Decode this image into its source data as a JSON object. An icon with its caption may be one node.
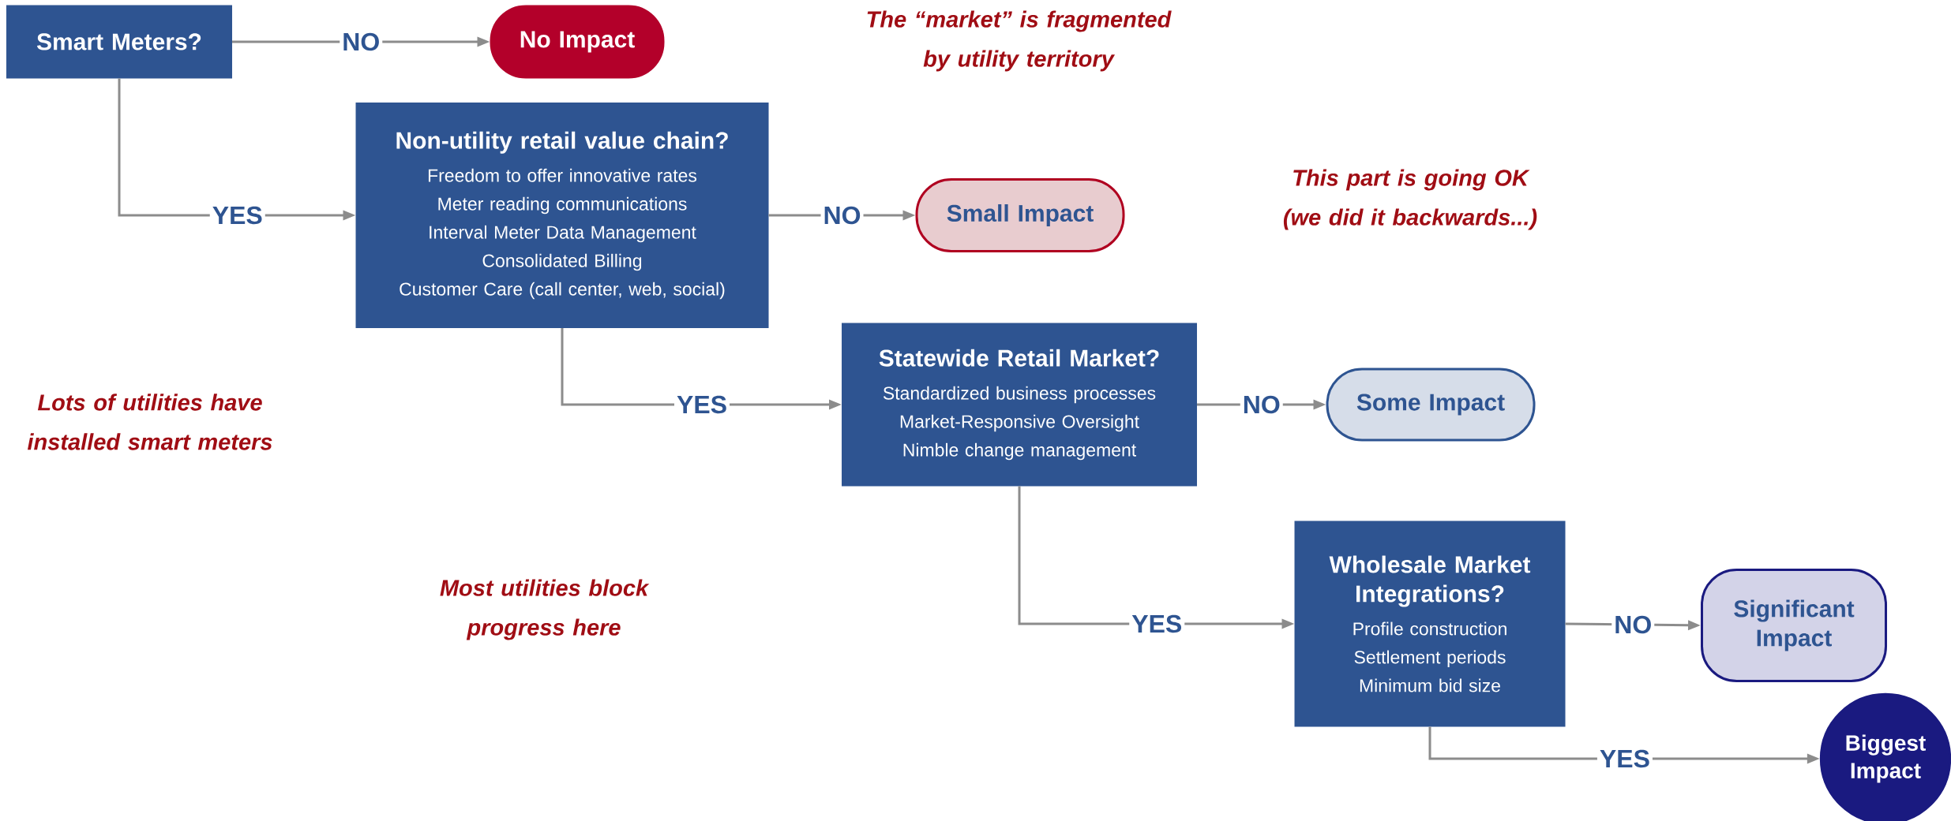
{
  "diagram": {
    "nodes": [
      {
        "text": [
          "Smart Meters?"
        ]
      },
      {
        "text": [
          "No Impact"
        ]
      },
      {
        "text": [
          "Non-utility retail value chain?",
          "Freedom to offer innovative rates",
          "Meter reading communications",
          "Interval Meter Data Management",
          "Consolidated Billing",
          "Customer Care (call center, web, social)"
        ]
      },
      {
        "text": [
          "Small Impact"
        ]
      },
      {
        "text": [
          "Statewide Retail Market?",
          "Standardized business processes",
          "Market-Responsive Oversight",
          "Nimble change management"
        ]
      },
      {
        "text": [
          "Some Impact"
        ]
      },
      {
        "text": [
          "Wholesale Market Integrations?",
          "Profile construction",
          "Settlement periods",
          "Minimum bid size"
        ]
      },
      {
        "text": [
          "Significant Impact"
        ]
      },
      {
        "text": [
          "Biggest Impact"
        ]
      }
    ],
    "edges": [
      {
        "from": 0,
        "to": 1,
        "arrow": "to",
        "label": "NO"
      },
      {
        "from": 0,
        "to": 2,
        "arrow": "to",
        "label": "YES"
      },
      {
        "from": 2,
        "to": 3,
        "arrow": "to",
        "label": "NO"
      },
      {
        "from": 2,
        "to": 4,
        "arrow": "to",
        "label": "YES"
      },
      {
        "from": 4,
        "to": 5,
        "arrow": "to",
        "label": "NO"
      },
      {
        "from": 4,
        "to": 6,
        "arrow": "to",
        "label": "YES"
      },
      {
        "from": 6,
        "to": 7,
        "arrow": "to",
        "label": "NO"
      },
      {
        "from": 6,
        "to": 8,
        "arrow": "to",
        "label": "YES"
      }
    ],
    "labels": [
      "The “market” is fragmented by utility territory",
      "This part is going OK (we did it backwards...)",
      "Lots of utilities have installed smart meters",
      "Most utilities block progress here"
    ]
  }
}
